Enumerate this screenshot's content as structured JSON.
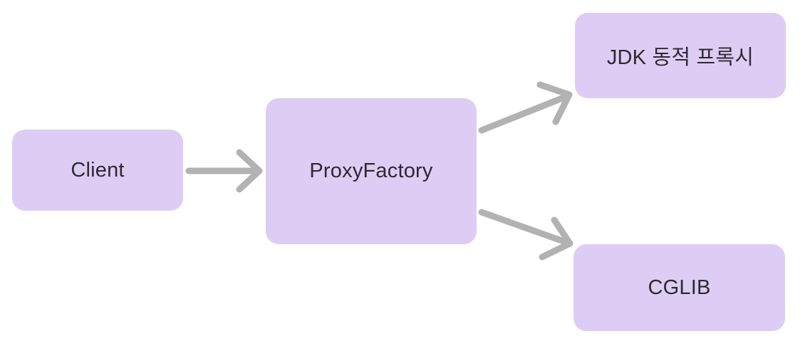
{
  "diagram": {
    "title": "ProxyFactory proxy selection diagram",
    "colors": {
      "background": "#ffffff",
      "node_fill": "#ddcdf5",
      "node_text": "#2d2a32",
      "arrow": "#b2b2b2"
    },
    "nodes": {
      "client": {
        "label": "Client"
      },
      "proxy_factory": {
        "label": "ProxyFactory"
      },
      "jdk_dynamic_proxy": {
        "label": "JDK 동적 프록시"
      },
      "cglib": {
        "label": "CGLIB"
      }
    },
    "edges": [
      {
        "from": "client",
        "to": "proxy_factory"
      },
      {
        "from": "proxy_factory",
        "to": "jdk_dynamic_proxy"
      },
      {
        "from": "proxy_factory",
        "to": "cglib"
      }
    ]
  }
}
